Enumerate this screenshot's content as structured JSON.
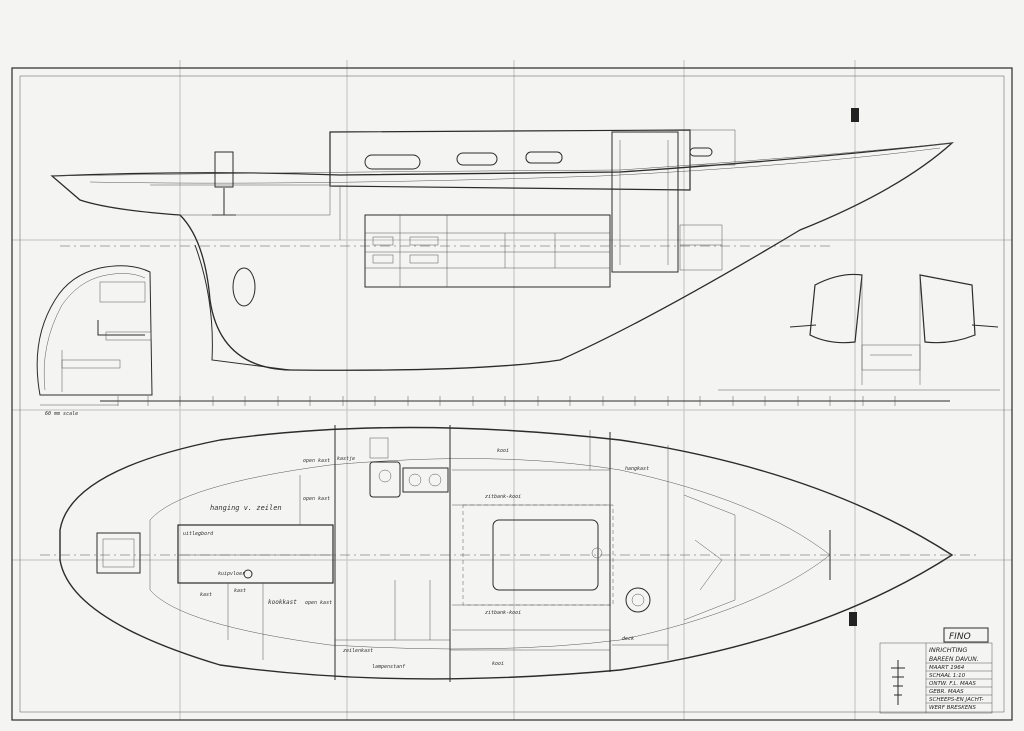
{
  "drawing": {
    "paper_color": "#f4f4f2",
    "ink_color": "#2b2b2b",
    "labels": {
      "hanging_zeilen": "hanging v. zeilen",
      "kastje": "kastje",
      "open_kast_1": "open kast",
      "open_kast_2": "open kast",
      "open_kast_3": "open kast",
      "hangkast": "hangkast",
      "kooi_top": "kooi",
      "kooi_bottom": "kooi",
      "zitbank_kooi_top": "zitbank-kooi",
      "zitbank_kooi_bottom": "zitbank-kooi",
      "uitlegbord": "uitlegbord",
      "kast_1": "kast",
      "kast_2": "kast",
      "kookkast": "kookkast",
      "lampenstanf": "lampenstanf",
      "zeilenkast": "zeilenkast",
      "kuipvloer": "kuipvloer",
      "deck": "deck",
      "scale_note": "60 mm scale"
    },
    "title_block": {
      "name": "FINO",
      "line1": "INRICHTING",
      "line2": "BAREEN DAVUN.",
      "line3": "MAART 1964",
      "line4": "SCHAAL 1:10",
      "line5": "ONTW. F.L. MAAS",
      "line6": "GEBR. MAAS",
      "line7": "SCHEEPS-EN JACHT-",
      "line8": "WERF BRESKENS"
    }
  }
}
